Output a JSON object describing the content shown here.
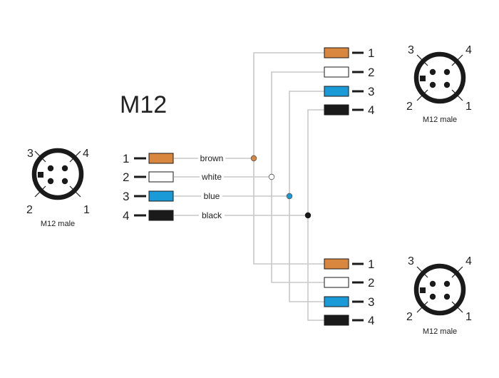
{
  "title": "M12",
  "connector_label": "M12 male",
  "pin_numbers": [
    "1",
    "2",
    "3",
    "4"
  ],
  "wires": [
    {
      "pin": "1",
      "label": "brown",
      "color": "#d9873e"
    },
    {
      "pin": "2",
      "label": "white",
      "color": "#ffffff"
    },
    {
      "pin": "3",
      "label": "blue",
      "color": "#1a9ad6"
    },
    {
      "pin": "4",
      "label": "black",
      "color": "#1a1a1a"
    }
  ],
  "colors": {
    "wire_gray": "#c8c8c8",
    "outline": "#1a1a1a"
  }
}
